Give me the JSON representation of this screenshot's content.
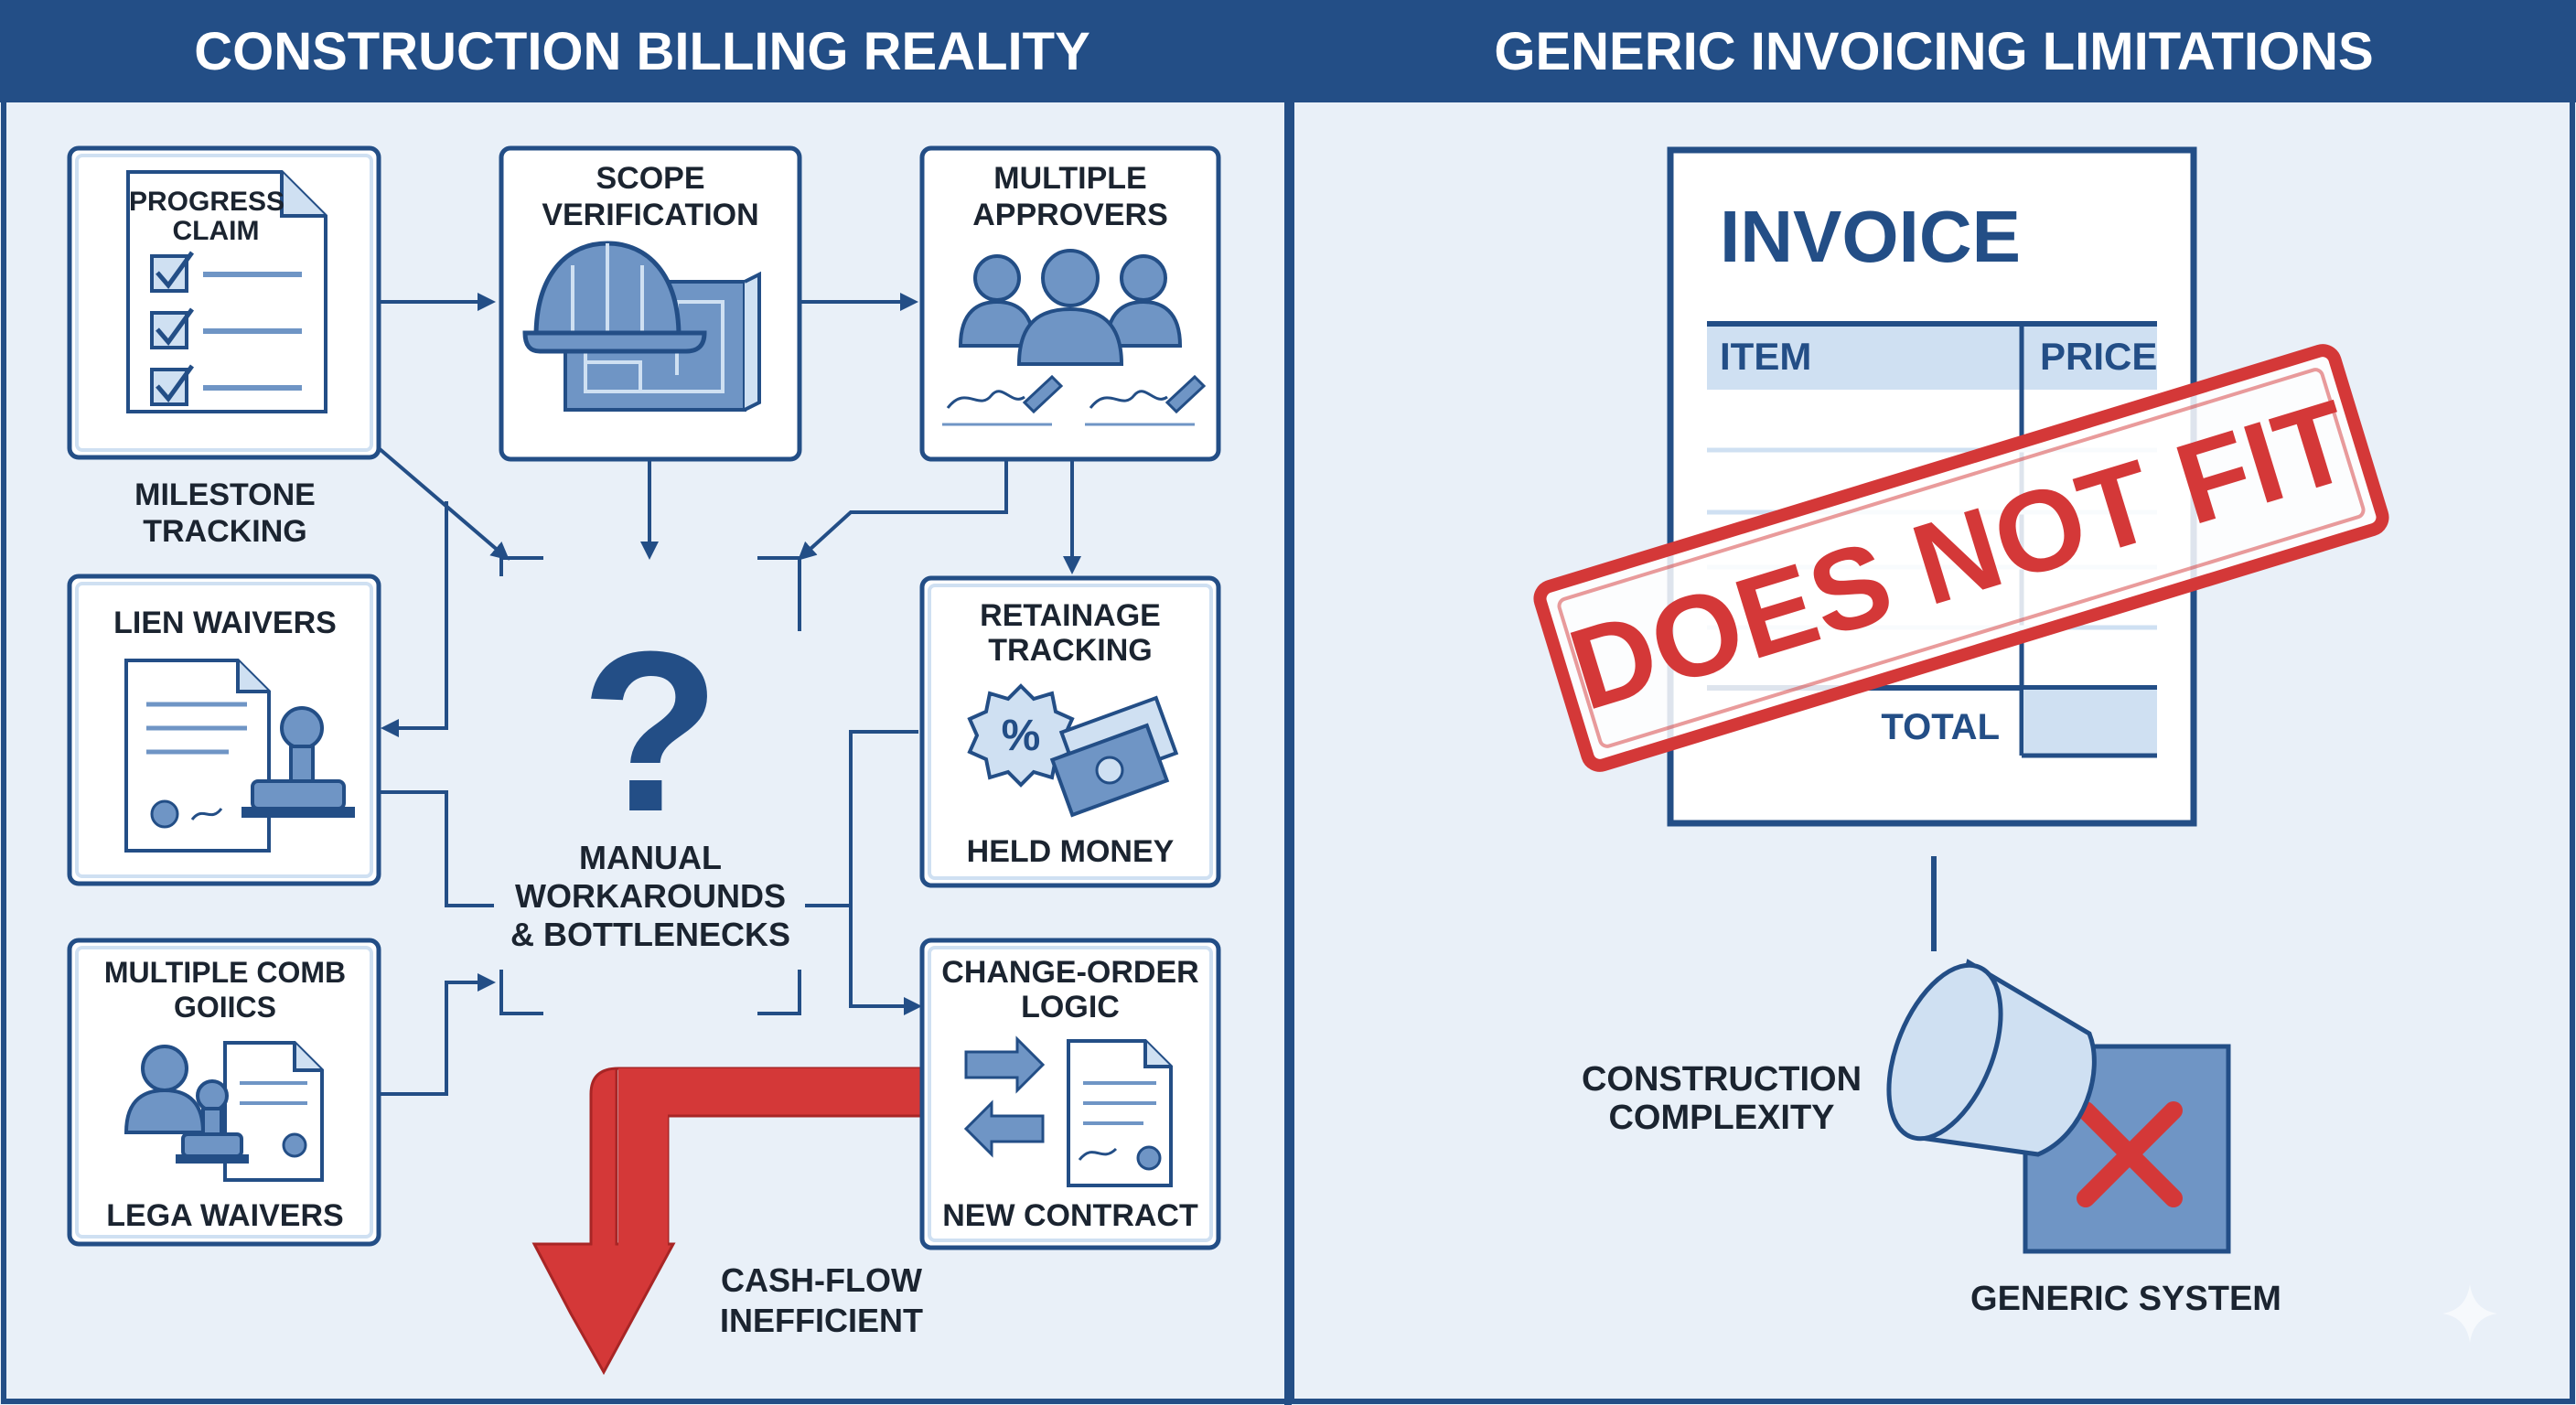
{
  "colors": {
    "navy": "#234e86",
    "blue": "#2f62a3",
    "light_blue": "#cfe0f2",
    "icon_fill": "#6f95c5",
    "panel_bg": "#e9f0f8",
    "box_bg": "#ffffff",
    "red": "#d43838",
    "header_text": "#ffffff",
    "dark_text": "#1b2430"
  },
  "left": {
    "header": "CONSTRUCTION BILLING REALITY",
    "boxes": {
      "progress_claim": {
        "title": [
          "PROGRESS",
          "CLAIM"
        ],
        "caption": [
          "MILESTONE",
          "TRACKING"
        ]
      },
      "scope": {
        "title": [
          "SCOPE",
          "VERIFICATION"
        ]
      },
      "approvers": {
        "title": [
          "MULTIPLE",
          "APPROVERS"
        ],
        "signatures": [
          "Tgm",
          "Sgm"
        ]
      },
      "lien": {
        "title": [
          "LIEN WAIVERS"
        ]
      },
      "retainage": {
        "title": [
          "RETAINAGE",
          "TRACKING"
        ],
        "caption": "HELD MONEY"
      },
      "legal": {
        "title": [
          "MULTIPLE COMB",
          "GOIICS"
        ],
        "caption": "LEGA WAIVERS"
      },
      "change": {
        "title": [
          "CHANGE-ORDER",
          "LOGIC"
        ],
        "caption": "NEW CONTRACT"
      }
    },
    "center": {
      "symbol": "?",
      "lines": [
        "MANUAL",
        "WORKAROUNDS",
        "& BOTTLENECKS"
      ]
    },
    "cashflow": [
      "CASH-FLOW",
      "INEFFICIENT"
    ]
  },
  "right": {
    "header": "GENERIC INVOICING LIMITATIONS",
    "invoice": {
      "title": "INVOICE",
      "col1": "ITEM",
      "col2": "PRICE",
      "total": "TOTAL"
    },
    "stamp": "DOES NOT FIT",
    "complexity": [
      "CONSTRUCTION",
      "COMPLEXITY"
    ],
    "generic": "GENERIC SYSTEM"
  }
}
